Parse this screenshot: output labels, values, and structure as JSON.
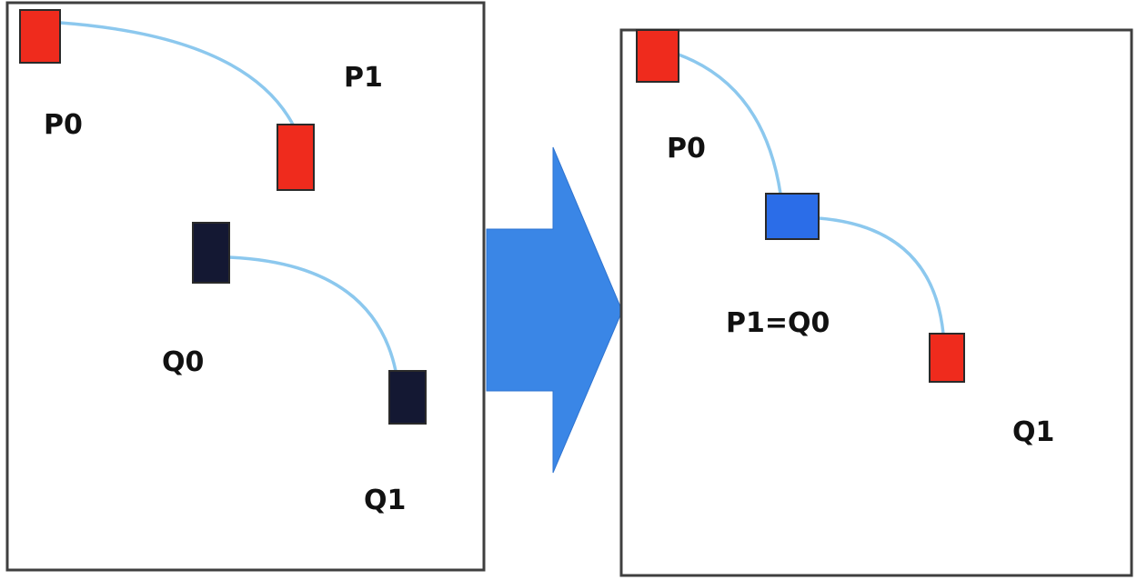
{
  "colors": {
    "endpoint_red": "#ef2b1d",
    "endpoint_dark": "#141833",
    "joined_blue": "#2b6de8",
    "curve": "#8cc8ee",
    "arrow": "#3a86e6"
  },
  "before_panel": {
    "labels": {
      "p0": "P0",
      "p1": "P1",
      "q0": "Q0",
      "q1": "Q1"
    }
  },
  "after_panel": {
    "labels": {
      "p0": "P0",
      "joint": "P1=Q0",
      "q1": "Q1"
    }
  }
}
